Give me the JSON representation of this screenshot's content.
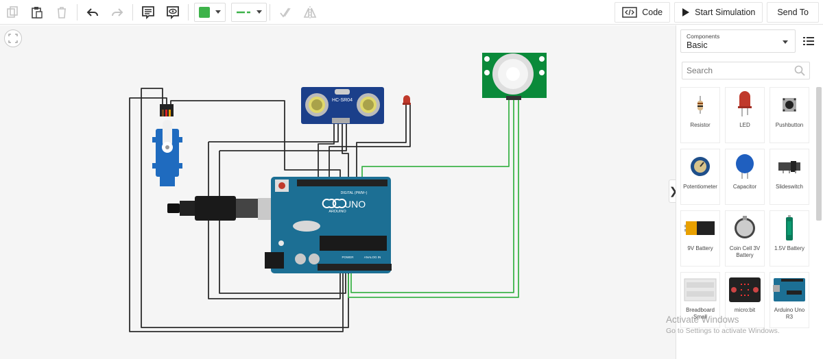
{
  "toolbar": {
    "code_label": "Code",
    "start_simulation_label": "Start Simulation",
    "send_to_label": "Send To",
    "wire_color": "#3db34a"
  },
  "canvas": {
    "ultrasonic_label": "HC-SR04",
    "arduino_brand": "ARDUINO",
    "arduino_model": "UNO",
    "arduino_digital_label": "DIGITAL (PWM~)",
    "arduino_power_label": "POWER",
    "arduino_analog_label": "ANALOG IN",
    "wire_colors": {
      "dark": "#2b2b2b",
      "green": "#3db34a"
    }
  },
  "panel": {
    "components_label": "Components",
    "components_value": "Basic",
    "search_placeholder": "Search",
    "items": [
      {
        "name": "Resistor",
        "icon": "resistor-icon"
      },
      {
        "name": "LED",
        "icon": "led-icon"
      },
      {
        "name": "Pushbutton",
        "icon": "pushbutton-icon"
      },
      {
        "name": "Potentiometer",
        "icon": "potentiometer-icon"
      },
      {
        "name": "Capacitor",
        "icon": "capacitor-icon"
      },
      {
        "name": "Slideswitch",
        "icon": "slideswitch-icon"
      },
      {
        "name": "9V Battery",
        "icon": "battery-9v-icon"
      },
      {
        "name": "Coin Cell 3V Battery",
        "icon": "coin-cell-icon"
      },
      {
        "name": "1.5V Battery",
        "icon": "battery-1-5v-icon"
      },
      {
        "name": "Breadboard Small",
        "icon": "breadboard-icon"
      },
      {
        "name": "micro:bit",
        "icon": "microbit-icon"
      },
      {
        "name": "Arduino Uno R3",
        "icon": "arduino-icon"
      }
    ]
  },
  "watermark": {
    "line1": "Activate Windows",
    "line2": "Go to Settings to activate Windows."
  }
}
